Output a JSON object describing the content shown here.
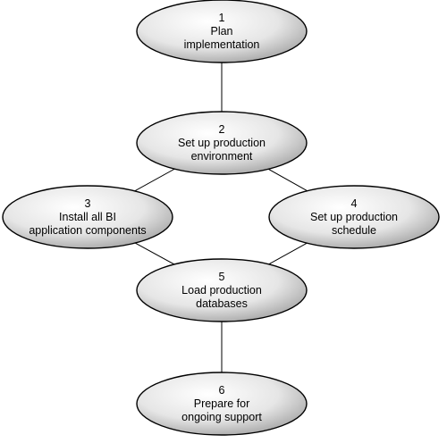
{
  "diagram": {
    "nodes": [
      {
        "id": "n1",
        "number": "1",
        "lines": [
          "Plan",
          "implementation"
        ]
      },
      {
        "id": "n2",
        "number": "2",
        "lines": [
          "Set up production",
          "environment"
        ]
      },
      {
        "id": "n3",
        "number": "3",
        "lines": [
          "Install all BI",
          "application components"
        ]
      },
      {
        "id": "n4",
        "number": "4",
        "lines": [
          "Set up production",
          "schedule"
        ]
      },
      {
        "id": "n5",
        "number": "5",
        "lines": [
          "Load production",
          "databases"
        ]
      },
      {
        "id": "n6",
        "number": "6",
        "lines": [
          "Prepare for",
          "ongoing support"
        ]
      }
    ],
    "edges": [
      [
        "n1",
        "n2"
      ],
      [
        "n2",
        "n3"
      ],
      [
        "n2",
        "n4"
      ],
      [
        "n3",
        "n5"
      ],
      [
        "n4",
        "n5"
      ],
      [
        "n5",
        "n6"
      ]
    ],
    "colors": {
      "fill_light": "#ffffff",
      "fill_dark": "#9a9a9a",
      "stroke": "#000000"
    }
  }
}
